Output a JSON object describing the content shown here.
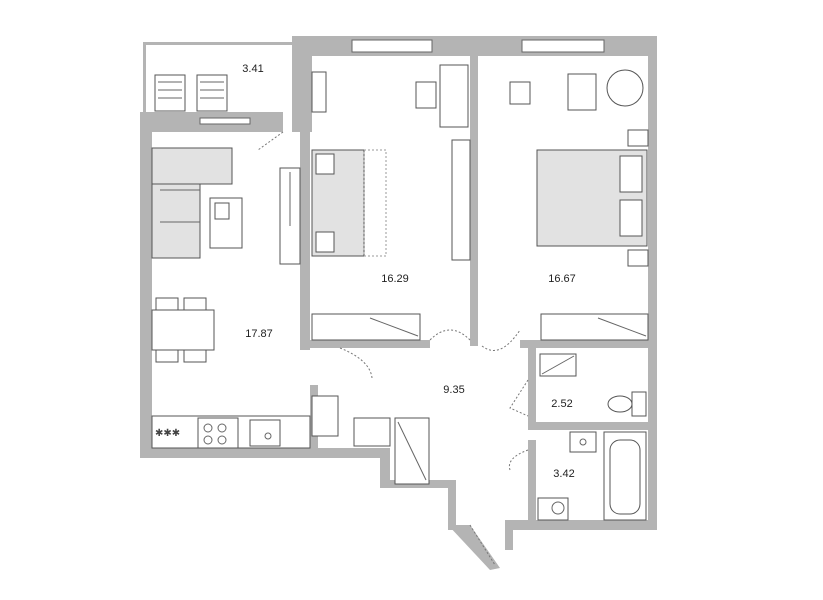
{
  "rooms": {
    "balcony_area": "3.41",
    "bedroom1_area": "16.29",
    "bedroom2_area": "16.67",
    "living_area": "17.87",
    "hall_area": "9.35",
    "wc_area": "2.52",
    "bath_area": "3.42"
  },
  "icons": [
    "stove-icon",
    "sink-icon",
    "toilet-icon",
    "bathtub-icon",
    "washing-machine-icon",
    "bed-icon",
    "sofa-icon",
    "desk-icon",
    "chair-icon",
    "wardrobe-icon"
  ],
  "colors": {
    "wall": "#b4b4b4",
    "furniture_fill": "#e2e2e2",
    "line": "#555555"
  }
}
